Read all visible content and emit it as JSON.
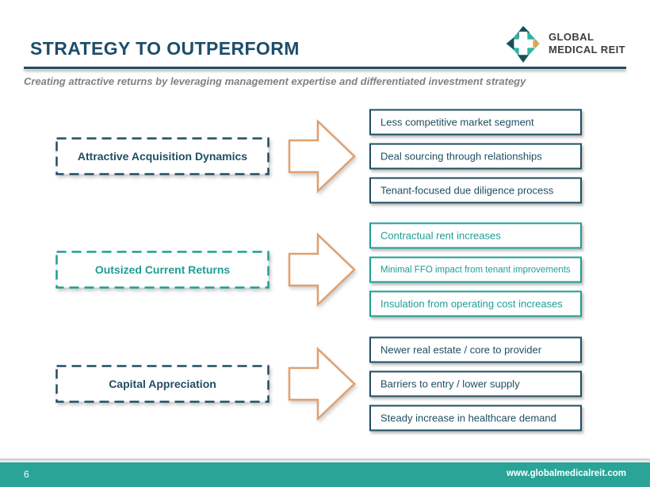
{
  "slide": {
    "title": "STRATEGY TO OUTPERFORM",
    "subtitle": "Creating attractive returns by leveraging management expertise and differentiated investment strategy",
    "logo": {
      "line1": "GLOBAL",
      "line2": "MEDICAL REIT"
    },
    "rows": [
      {
        "label": "Attractive Acquisition Dynamics",
        "theme": "navy",
        "items": [
          "Less competitive market segment",
          "Deal sourcing through relationships",
          "Tenant-focused due diligence process"
        ]
      },
      {
        "label": "Outsized Current Returns",
        "theme": "teal",
        "items": [
          "Contractual rent increases",
          "Minimal FFO impact from tenant improvements",
          "Insulation from operating cost increases"
        ]
      },
      {
        "label": "Capital Appreciation",
        "theme": "navy",
        "items": [
          "Newer real estate / core to provider",
          "Barriers to entry / lower supply",
          "Steady increase in healthcare demand"
        ]
      }
    ],
    "footer": {
      "page": "6",
      "website": "www.globalmedicalreit.com"
    },
    "colors": {
      "navy": "#1F4E63",
      "teal": "#1F9E94",
      "arrow_orange": "#DFA06F",
      "footer_teal": "#2AA496",
      "logo_teal": "#2FB4A4",
      "logo_dark": "#155157",
      "logo_orange": "#F2A23B",
      "subtitle_gray": "#808080"
    }
  }
}
